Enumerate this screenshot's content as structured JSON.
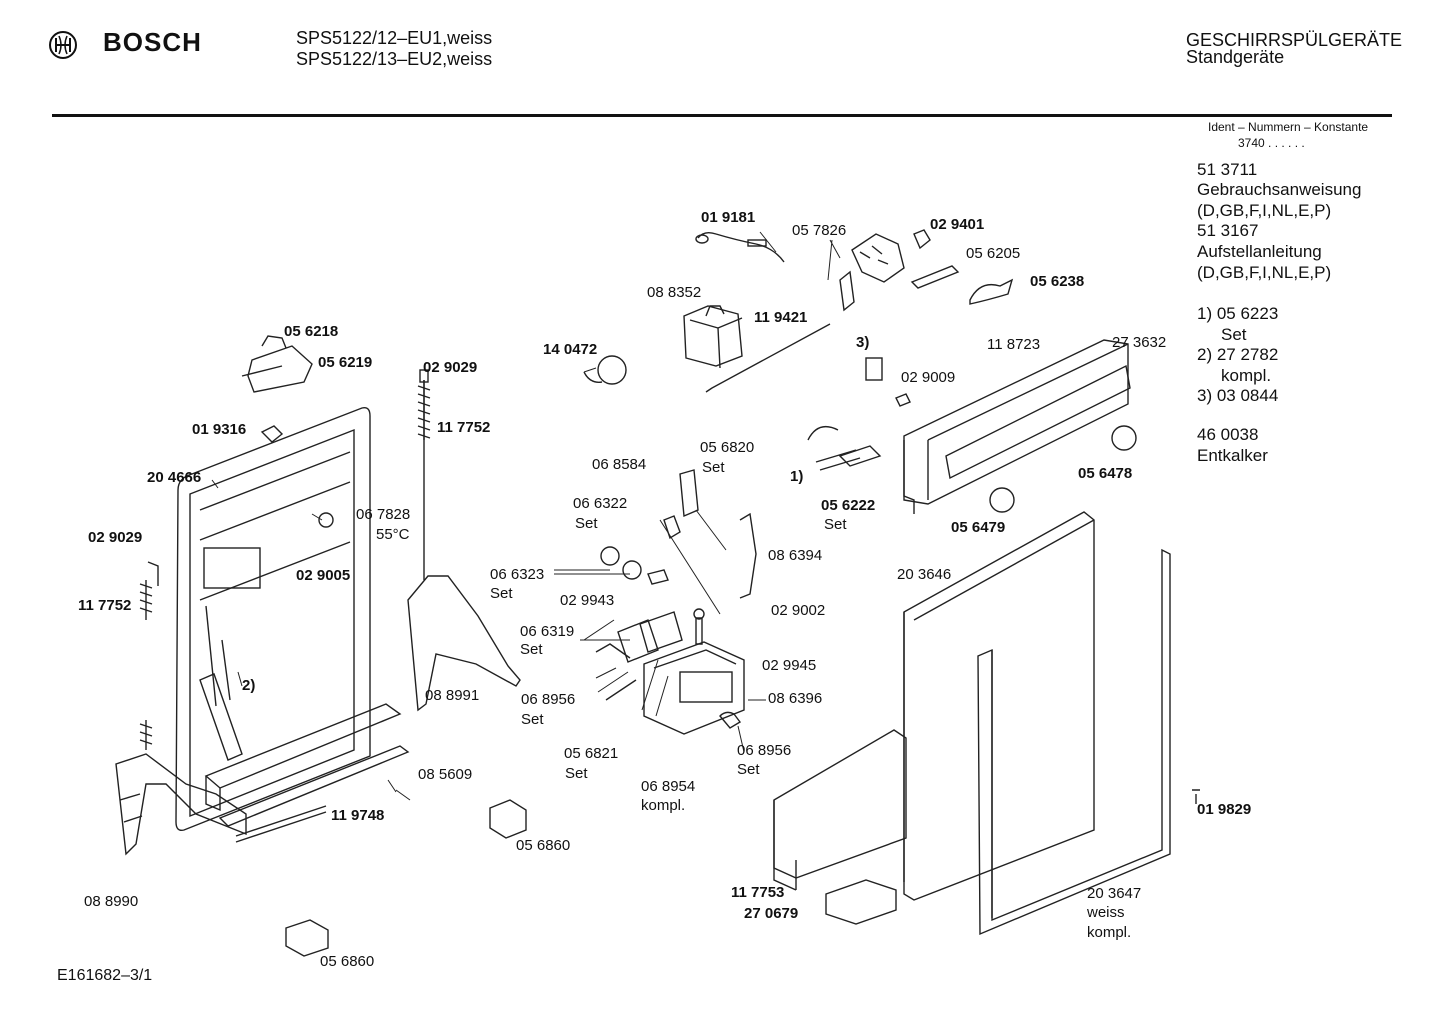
{
  "header": {
    "brand": "BOSCH",
    "models": [
      "SPS5122/12–EU1,weiss",
      "SPS5122/13–EU2,weiss"
    ],
    "category": "GESCHIRRSPÜLGERÄTE",
    "subcategory": "Standgeräte"
  },
  "sidebar": {
    "ident_title": "Ident – Nummern – Konstante",
    "ident_value": "3740  .  .   .  .  .  .",
    "lines": [
      "51 3711",
      "Gebrauchsanweisung",
      "(D,GB,F,I,NL,E,P)",
      "51 3167",
      "Aufstellanleitung",
      "(D,GB,F,I,NL,E,P)"
    ],
    "footnotes": [
      "1) 05 6223",
      "Set",
      "2) 27 2782",
      "kompl.",
      "3) 03 0844"
    ],
    "extra": [
      "46 0038",
      "Entkalker"
    ]
  },
  "parts": {
    "p019181": "01 9181",
    "p057826": "05 7826",
    "p029401": "02 9401",
    "p056205": "05 6205",
    "p056238": "05 6238",
    "p088352": "08 8352",
    "p119421": "11 9421",
    "p140472": "14 0472",
    "p056218": "05 6218",
    "p056219": "05 6219",
    "p029029a": "02 9029",
    "p117752a": "11 7752",
    "p019316": "01 9316",
    "p204666": "20 4666",
    "p067828": "06 7828",
    "temp": "55°C",
    "p029005": "02 9005",
    "p029029b": "02 9029",
    "p117752b": "11 7752",
    "p3": "3)",
    "p029009": "02 9009",
    "p118723": "11 8723",
    "p273632": "27 3632",
    "p068584": "06 8584",
    "p056820": "05 6820",
    "set1": "Set",
    "p066322": "06 6322",
    "set2": "Set",
    "p1": "1)",
    "p056222": "05 6222",
    "set3": "Set",
    "p056478": "05 6478",
    "p056479": "05 6479",
    "p086394": "08 6394",
    "p066323": "06 6323",
    "set4": "Set",
    "p029002": "02 9002",
    "p203646": "20 3646",
    "p029943": "02 9943",
    "p066319": "06 6319",
    "set5": "Set",
    "p029945": "02 9945",
    "p2": "2)",
    "p088991": "08 8991",
    "p068956a": "06 8956",
    "set6": "Set",
    "p086396": "08 6396",
    "p056821": "05 6821",
    "set7": "Set",
    "p068956b": "06 8956",
    "set8": "Set",
    "p085609": "08 5609",
    "p068954": "06 8954",
    "kompl1": "kompl.",
    "p119748": "11 9748",
    "p056860a": "05 6860",
    "p019829": "01 9829",
    "p088990": "08 8990",
    "p117753": "11 7753",
    "p270679": "27 0679",
    "p203647": "20 3647",
    "weiss": "weiss",
    "kompl2": "kompl.",
    "p056860b": "05 6860"
  },
  "footer": {
    "code": "E161682–3/1"
  }
}
